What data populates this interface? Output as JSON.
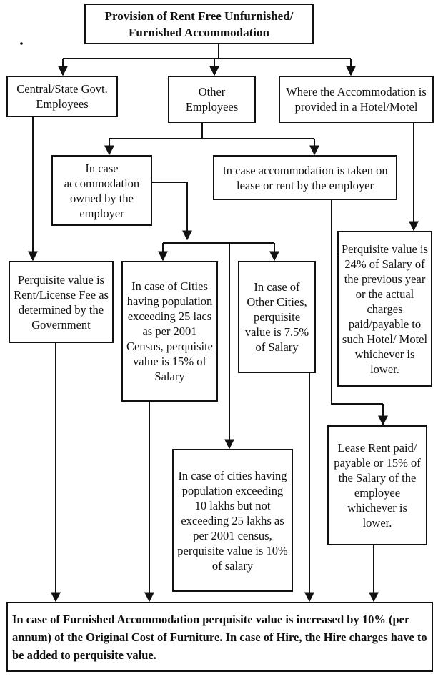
{
  "title": "Provision of Rent Free Unfurnished/ Furnished Accommodation",
  "categories": {
    "govt": "Central/State Govt. Employees",
    "other": "Other Employees",
    "hotel": "Where the Accommodation is provided in a Hotel/Motel"
  },
  "ownership": {
    "owned": "In case accommodation owned by the employer",
    "leased": "In case accommodation is taken on lease or rent by the employer"
  },
  "values": {
    "govt": "Perquisite value is Rent/License Fee as determined by the Government",
    "above_25_lacs": "In case of Cities having population exceeding 25 lacs as per 2001 Census, perquisite value is 15% of Salary",
    "other_cities": "In case of Other Cities, perquisite value is 7.5% of Salary",
    "hotel": "Perquisite value is 24% of Salary of the previous year or the actual charges paid/payable to such Hotel/ Motel whichever is lower.",
    "ten_to_25_lakhs": "In case of cities having population exceeding 10 lakhs but not exceeding 25 lakhs as per 2001 census, perquisite value is 10% of salary",
    "lease": "Lease Rent paid/ payable or 15% of the Salary of the employee whichever is lower."
  },
  "furnished_note": "In case of Furnished Accommodation perquisite value is increased by 10% (per annum) of the Original Cost of Furniture. In case of Hire, the Hire charges have to be added to perquisite value.",
  "colors": {
    "ink": "#111111",
    "paper": "#ffffff"
  }
}
